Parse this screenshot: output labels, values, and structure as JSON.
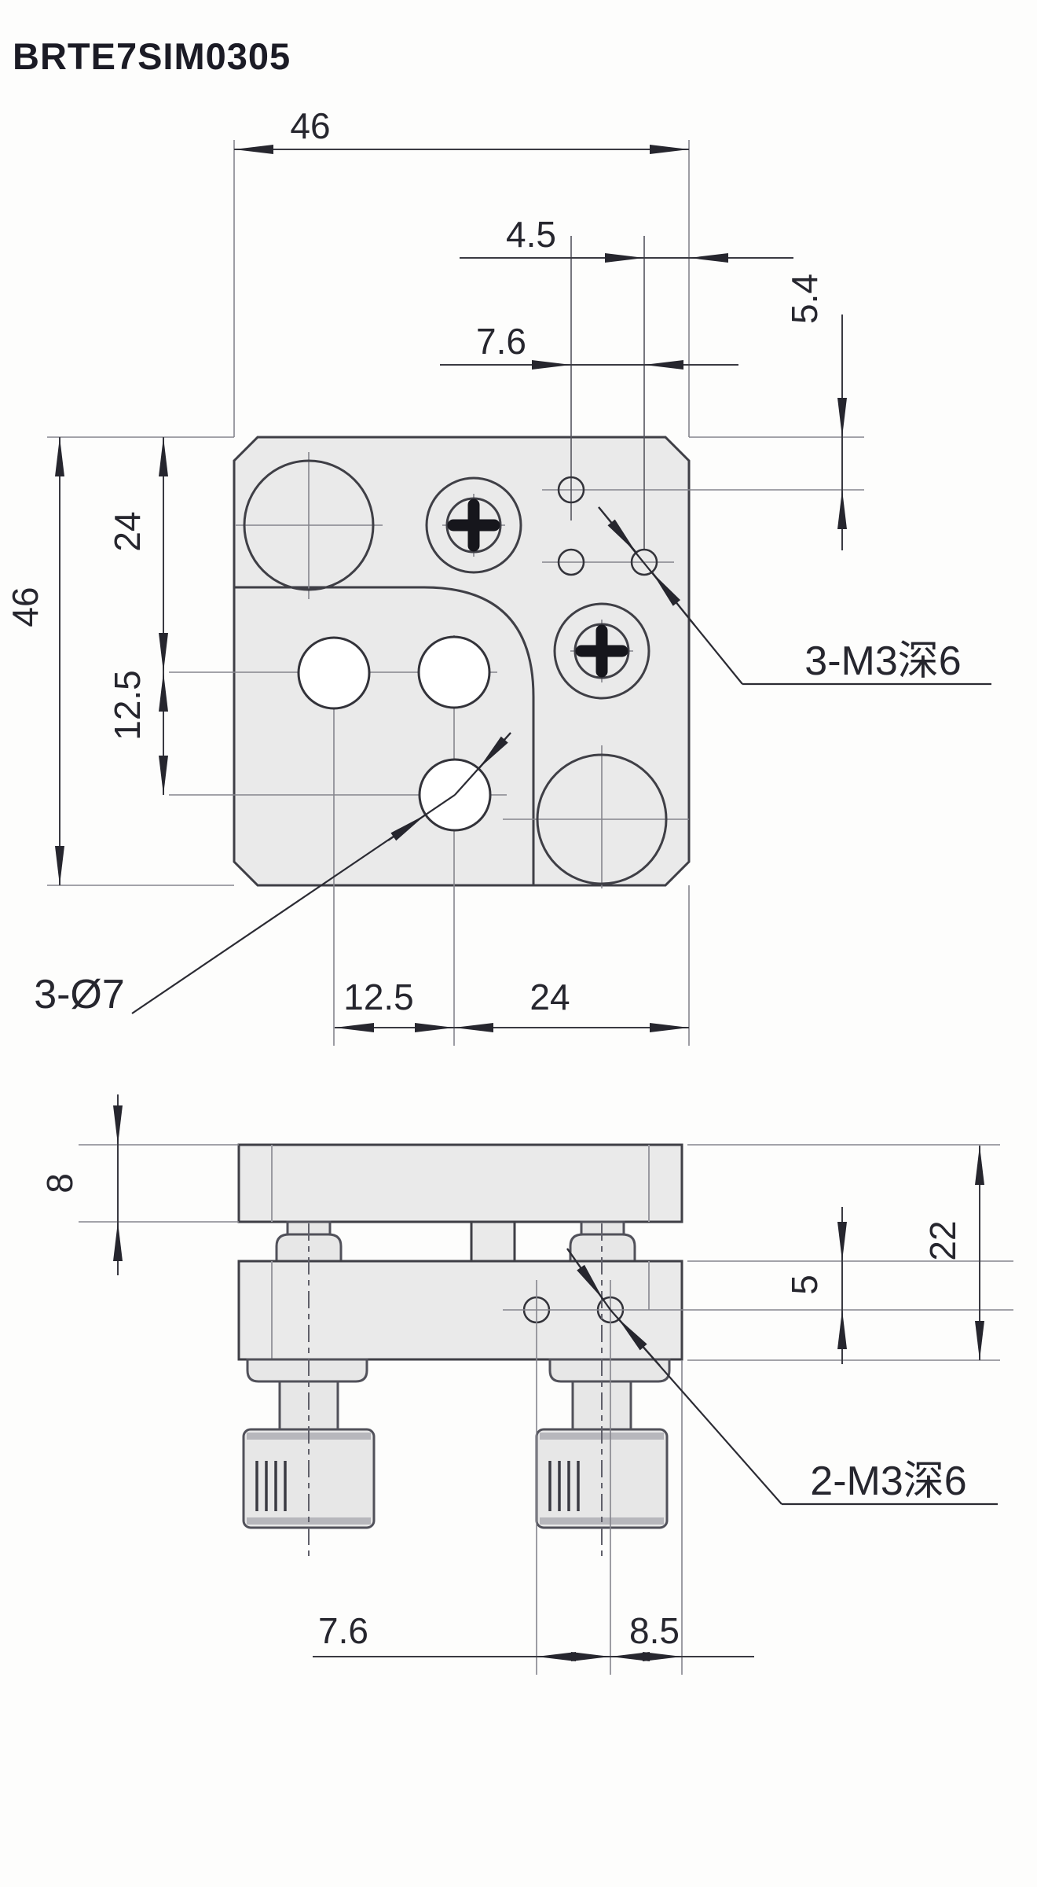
{
  "title": "BRTE7SIM0305",
  "top_view": {
    "dim_width_top": "46",
    "dim_height_left": "46",
    "dim_row_top": "24",
    "dim_row_spacing": "12.5",
    "dim_col_edge": "4.5",
    "dim_col_spacing": "7.6",
    "dim_hole_row_edge": "5.4",
    "dim_bottom_spacing": "12.5",
    "dim_bottom_edge": "24",
    "label_tapped_holes": "3-M3深6",
    "label_through_holes": "3-Ø7"
  },
  "side_view": {
    "dim_plate_thickness": "8",
    "dim_total_height": "22",
    "dim_hole_offset": "5",
    "dim_hole_spacing": "7.6",
    "dim_hole_edge": "8.5",
    "label_tapped_holes": "2-M3深6"
  }
}
